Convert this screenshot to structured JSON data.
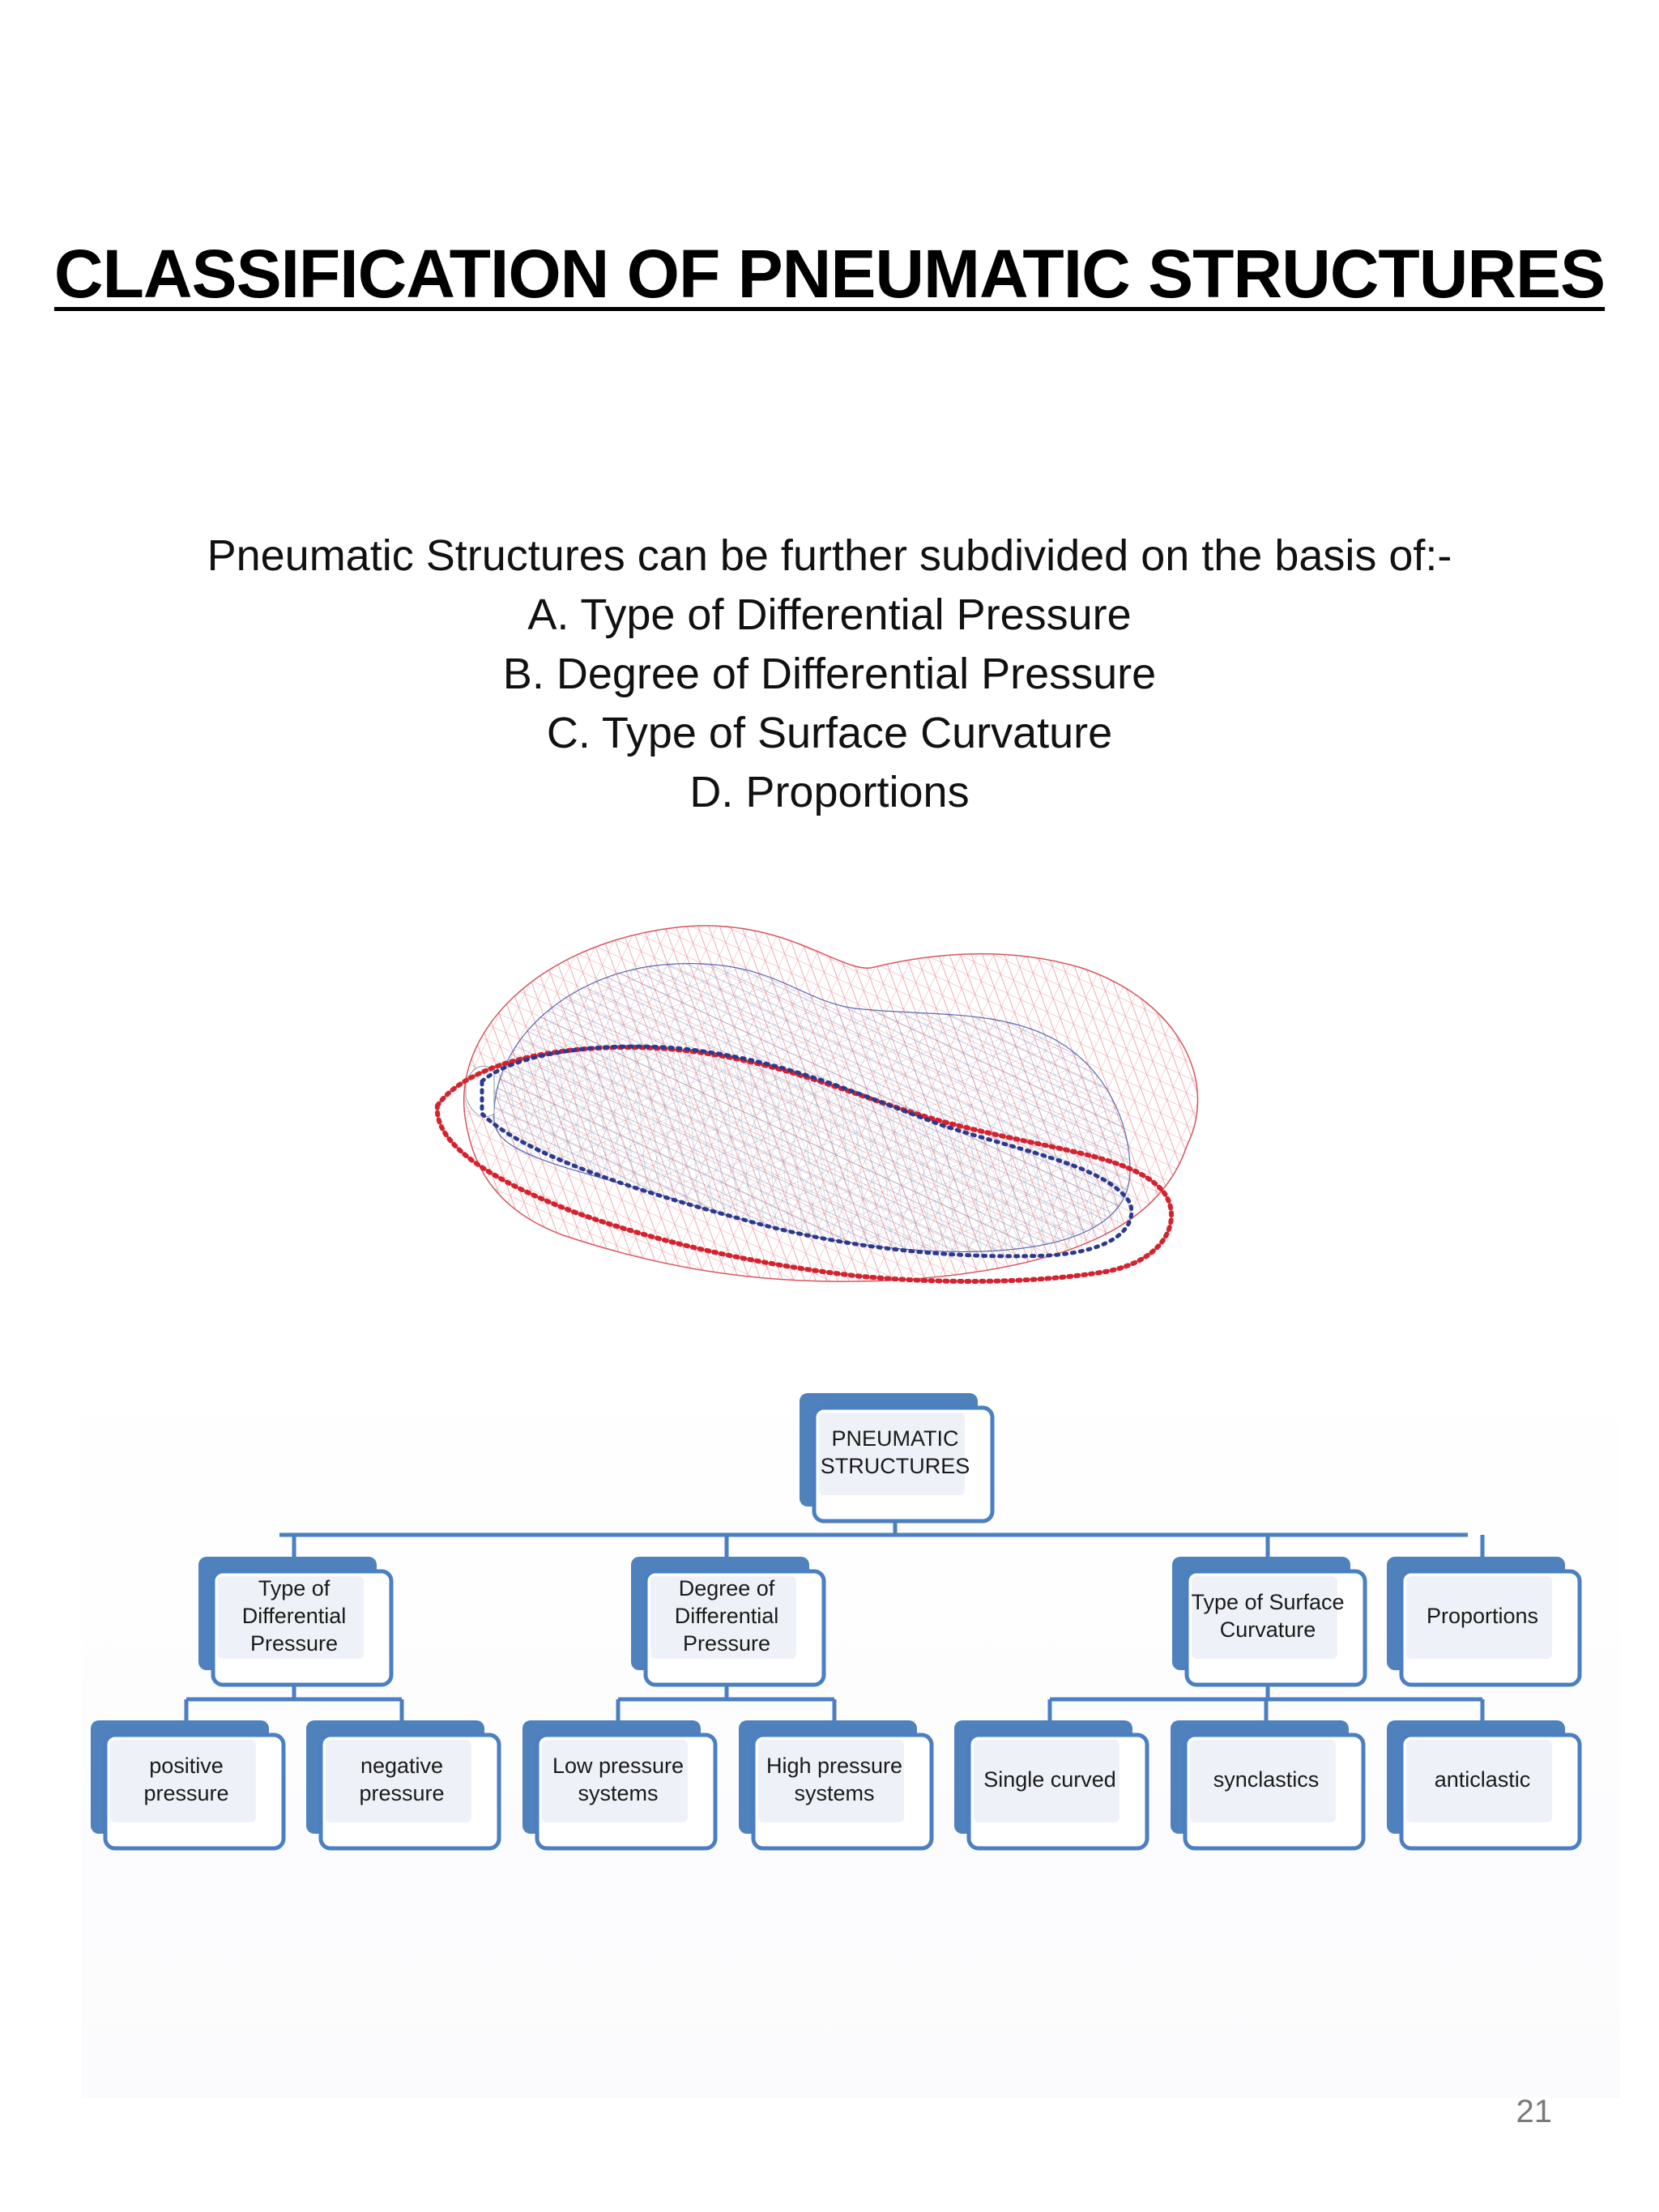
{
  "slide": {
    "title": "CLASSIFICATION OF PNEUMATIC STRUCTURES",
    "intro_lines": [
      "Pneumatic Structures can be further subdivided on the basis of:-",
      "A. Type of Differential Pressure",
      "B. Degree of Differential Pressure",
      "C. Type of Surface Curvature",
      "D. Proportions"
    ],
    "page_number": "21"
  },
  "org_chart": {
    "root": [
      "PNEUMATIC",
      "STRUCTURES"
    ],
    "categories": [
      [
        "Type of",
        "Differential",
        "Pressure"
      ],
      [
        "Degree of",
        "Differential",
        "Pressure"
      ],
      [
        "Type of Surface",
        "Curvature"
      ],
      [
        "Proportions"
      ]
    ],
    "leaves": [
      [
        "positive",
        "pressure"
      ],
      [
        "negative",
        "pressure"
      ],
      [
        "Low pressure",
        "systems"
      ],
      [
        "High pressure",
        "systems"
      ],
      [
        "Single curved"
      ],
      [
        "synclastics"
      ],
      [
        "anticlastic"
      ]
    ]
  },
  "colors": {
    "box_border": "#4a7fc1",
    "box_shadow": "#4f81bd",
    "connector": "#4a7fc1",
    "mesh_outer": "#d4434c",
    "mesh_inner": "#3f4fa3"
  }
}
